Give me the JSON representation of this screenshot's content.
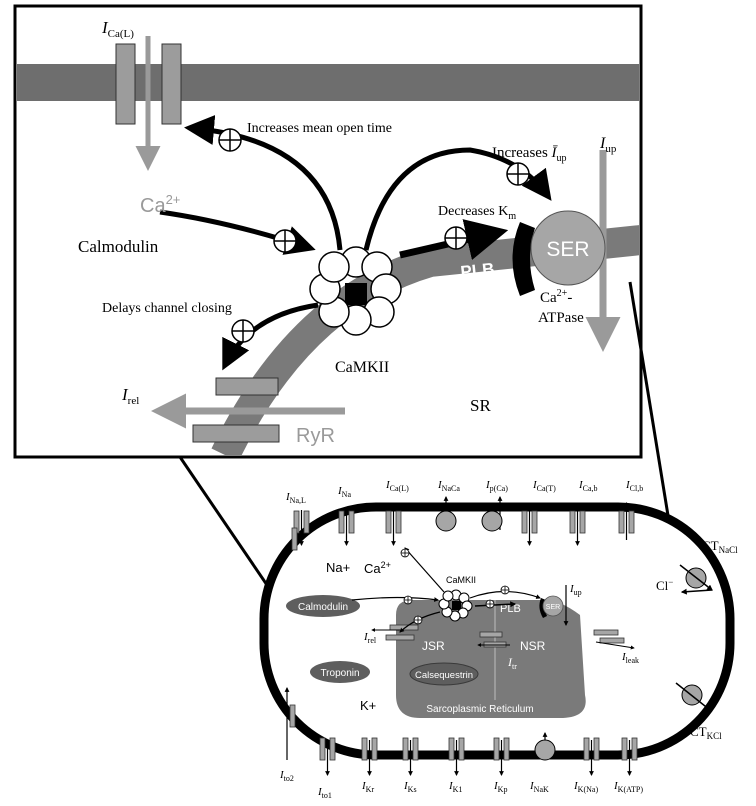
{
  "zoom": {
    "i_cal": "I",
    "i_cal_sub": "Ca(L)",
    "increases_open_time": "Increases mean open time",
    "increases_iup": "Increases",
    "increases_iup_sym": "Ī",
    "increases_iup_sub": "up",
    "i_up": "I",
    "i_up_sub": "up",
    "ca2": "Ca",
    "ca2_sup": "2+",
    "calmodulin": "Calmodulin",
    "decreases_km": "Decreases K",
    "decreases_km_sub": "m",
    "ser": "SER",
    "plb": "PLB",
    "atpase_line1_base": "Ca",
    "atpase_line1_sup": "2+",
    "atpase_line1_dash": "-",
    "atpase_line2": "ATPase",
    "delays": "Delays channel closing",
    "camkii": "CaMKII",
    "i_rel": "I",
    "i_rel_sub": "rel",
    "sr": "SR",
    "ryr": "RyR"
  },
  "cell": {
    "top_currents": [
      {
        "base": "I",
        "sub": "Na,L"
      },
      {
        "base": "I",
        "sub": "Na"
      },
      {
        "base": "I",
        "sub": "Ca(L)"
      },
      {
        "base": "I",
        "sub": "NaCa"
      },
      {
        "base": "I",
        "sub": "p(Ca)"
      },
      {
        "base": "I",
        "sub": "Ca(T)"
      },
      {
        "base": "I",
        "sub": "Ca,b"
      },
      {
        "base": "I",
        "sub": "Cl,b"
      }
    ],
    "bottom_currents": [
      {
        "base": "I",
        "sub": "to2"
      },
      {
        "base": "I",
        "sub": "to1"
      },
      {
        "base": "I",
        "sub": "Kr"
      },
      {
        "base": "I",
        "sub": "Ks"
      },
      {
        "base": "I",
        "sub": "K1"
      },
      {
        "base": "I",
        "sub": "Kp"
      },
      {
        "base": "I",
        "sub": "NaK"
      },
      {
        "base": "I",
        "sub": "K(Na)"
      },
      {
        "base": "I",
        "sub": "K(ATP)"
      }
    ],
    "ct_nacl": "CT",
    "ct_nacl_sub": "NaCl",
    "ct_kcl": "CT",
    "ct_kcl_sub": "KCl",
    "cl_minus": "Cl",
    "cl_sup": "−",
    "na_plus": "Na+",
    "ca2": "Ca",
    "ca2_sup": "2+",
    "camkii": "CaMKII",
    "calmodulin": "Calmodulin",
    "i_up": "I",
    "i_up_sub": "up",
    "plb": "PLB",
    "ser": "SER",
    "i_rel": "I",
    "i_rel_sub": "rel",
    "jsr": "JSR",
    "nsr": "NSR",
    "i_tr": "I",
    "i_tr_sub": "tr",
    "i_leak": "I",
    "i_leak_sub": "leak",
    "troponin": "Troponin",
    "calsequestrin": "Calsequestrin",
    "sarcoplasmic": "Sarcoplasmic Reticulum",
    "k_plus": "K+"
  }
}
